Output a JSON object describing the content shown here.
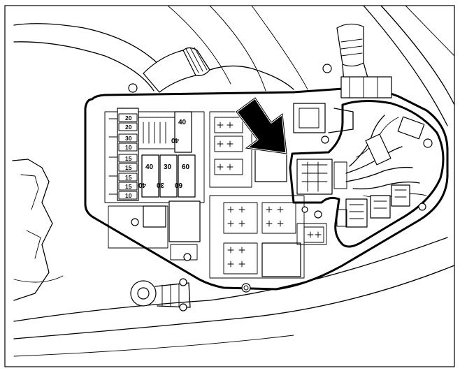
{
  "small_fuses": [
    {
      "value": "20"
    },
    {
      "value": "20"
    },
    {
      "value": "30"
    },
    {
      "value": "10"
    },
    {
      "value": "15"
    },
    {
      "value": "15"
    },
    {
      "value": "15"
    },
    {
      "value": "15"
    },
    {
      "value": "10"
    }
  ],
  "maxi_fuses": [
    {
      "value": "40"
    },
    {
      "value": "40"
    },
    {
      "value": "30"
    },
    {
      "value": "60"
    }
  ],
  "colors": {
    "line": "#000000",
    "background": "#ffffff"
  }
}
